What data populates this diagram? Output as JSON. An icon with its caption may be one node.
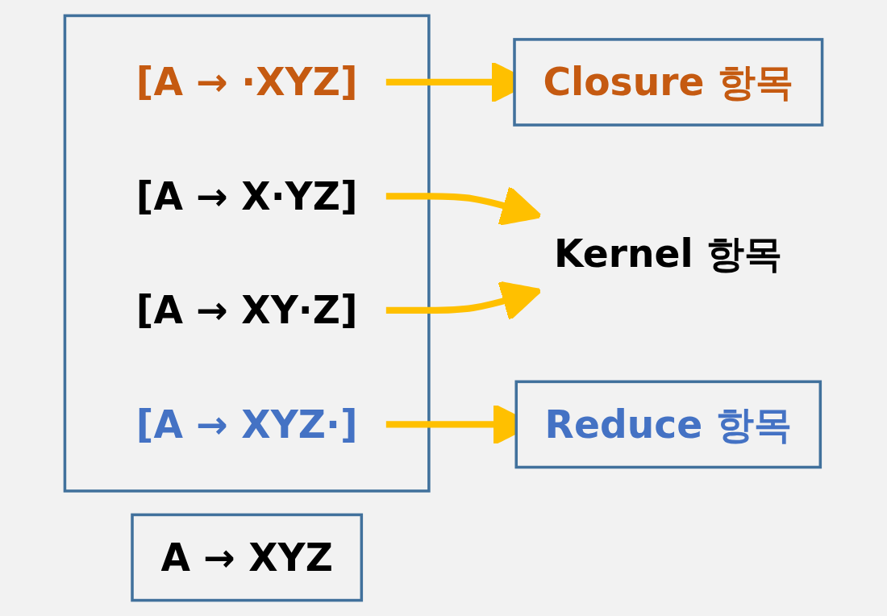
{
  "diagram": {
    "nodes": [
      {
        "text": [
          "A → XYZ"
        ]
      },
      {
        "text": [],
        "shape": "box"
      },
      {
        "text": [
          "[A → ·XYZ]"
        ],
        "in": 1
      },
      {
        "text": [
          "[A → X·YZ]"
        ],
        "in": 1
      },
      {
        "text": [
          "[A → XY·Z]"
        ],
        "in": 1
      },
      {
        "text": [
          "[A → XYZ·]"
        ],
        "in": 1
      },
      {
        "text": [
          "Closure 항목"
        ]
      },
      {
        "text": [
          "Kernel 항목"
        ]
      },
      {
        "text": [
          "Reduce 항목"
        ]
      }
    ],
    "edges": [
      {
        "from": 2,
        "to": 6,
        "arrow": "to",
        "color": "#ffc000"
      },
      {
        "from": 3,
        "to": 7,
        "arrow": "to",
        "color": "#ffc000"
      },
      {
        "from": 4,
        "to": 7,
        "arrow": "to",
        "color": "#ffc000"
      },
      {
        "from": 5,
        "to": 8,
        "arrow": "to",
        "color": "#ffc000"
      }
    ]
  }
}
